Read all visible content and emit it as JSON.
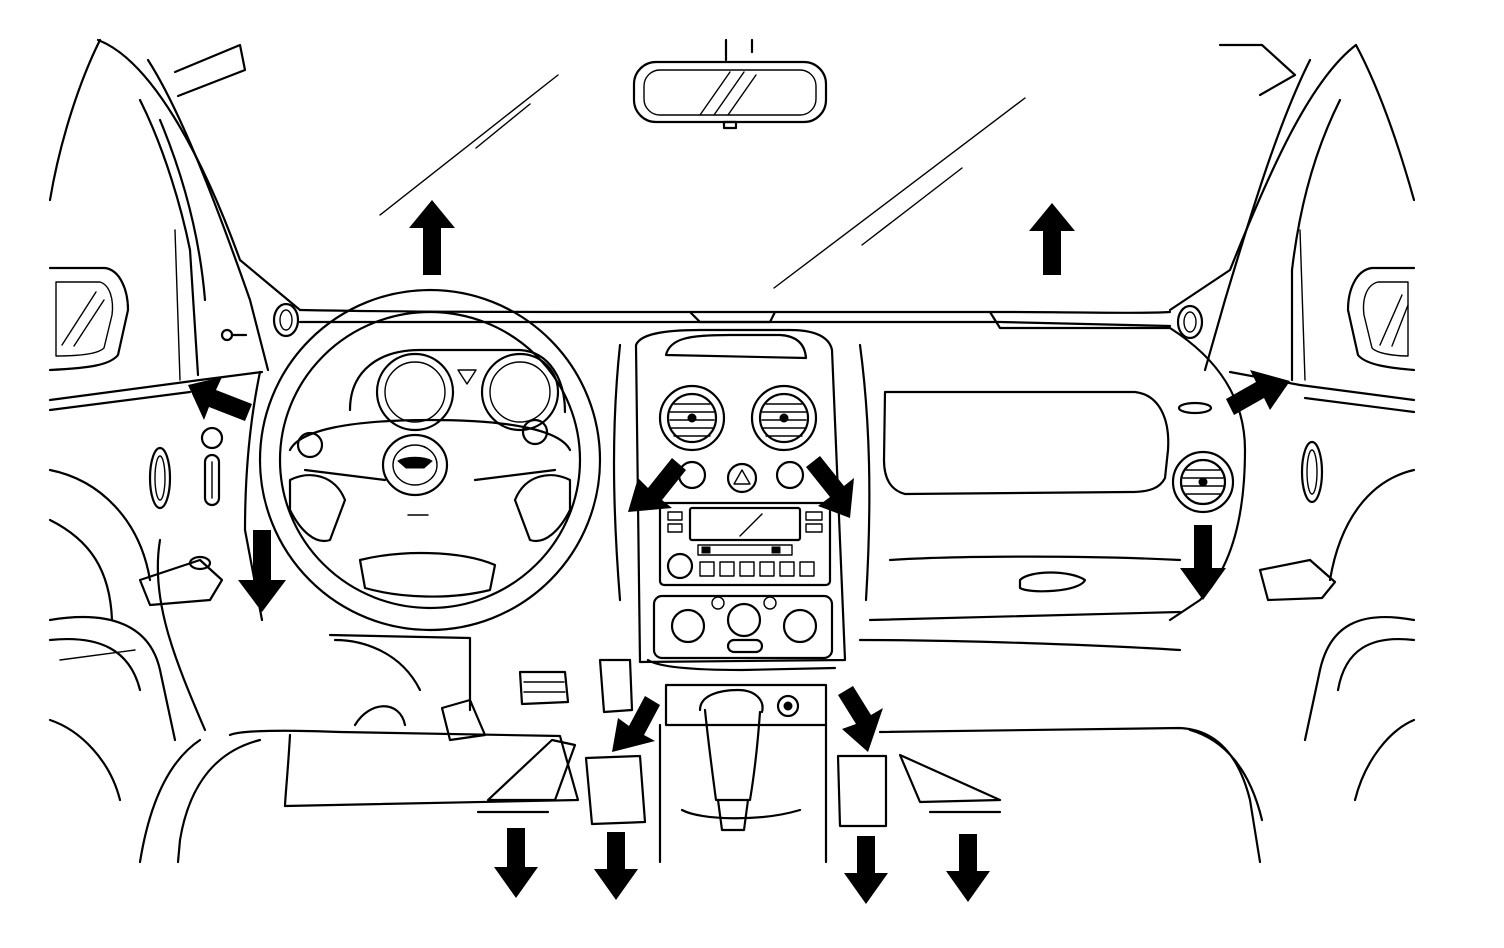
{
  "diagram": {
    "subject": "vehicle-interior-air-distribution",
    "colors": {
      "line": "#000000",
      "background": "#ffffff",
      "arrow": "#000000"
    },
    "airflow_arrows": [
      {
        "id": "windshield-left",
        "direction": "up"
      },
      {
        "id": "windshield-right",
        "direction": "up"
      },
      {
        "id": "side-window-left",
        "direction": "up-left"
      },
      {
        "id": "side-window-right",
        "direction": "up-right"
      },
      {
        "id": "center-vent-left",
        "direction": "down-left"
      },
      {
        "id": "center-vent-right",
        "direction": "down-right"
      },
      {
        "id": "side-vent-left",
        "direction": "down"
      },
      {
        "id": "side-vent-right",
        "direction": "down"
      },
      {
        "id": "floor-center-left",
        "direction": "down-left"
      },
      {
        "id": "floor-center-right",
        "direction": "down-right"
      },
      {
        "id": "floor-rear-1",
        "direction": "down"
      },
      {
        "id": "floor-rear-2",
        "direction": "down"
      },
      {
        "id": "floor-rear-3",
        "direction": "down"
      },
      {
        "id": "floor-rear-4",
        "direction": "down"
      }
    ]
  }
}
